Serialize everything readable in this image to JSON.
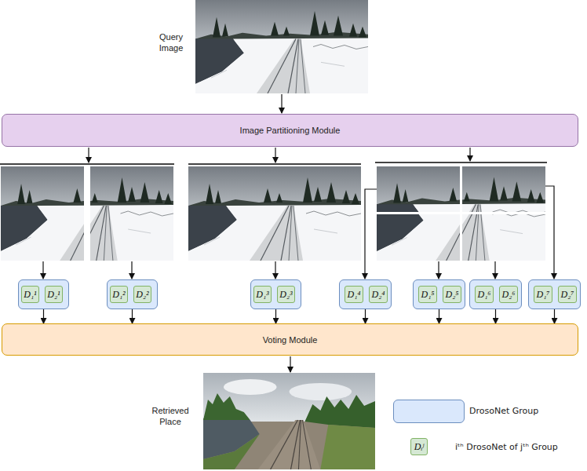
{
  "diagram": {
    "nodes": [
      {
        "text": [
          "Image Partitioning Module"
        ]
      },
      {
        "text": []
      },
      {
        "text": [
          "D₁¹"
        ],
        "in": 1
      },
      {
        "text": [
          "D₂¹"
        ],
        "in": 1
      },
      {
        "text": []
      },
      {
        "text": [
          "D₁²"
        ],
        "in": 4
      },
      {
        "text": [
          "D₂²"
        ],
        "in": 4
      },
      {
        "text": []
      },
      {
        "text": [
          "D₁³"
        ],
        "in": 7
      },
      {
        "text": [
          "D₂³"
        ],
        "in": 7
      },
      {
        "text": []
      },
      {
        "text": [
          "D₁⁴"
        ],
        "in": 10
      },
      {
        "text": [
          "D₂⁴"
        ],
        "in": 10
      },
      {
        "text": []
      },
      {
        "text": [
          "D₁⁵"
        ],
        "in": 13
      },
      {
        "text": [
          "D₂⁵"
        ],
        "in": 13
      },
      {
        "text": []
      },
      {
        "text": [
          "D₁⁶"
        ],
        "in": 16
      },
      {
        "text": [
          "D₂⁶"
        ],
        "in": 16
      },
      {
        "text": []
      },
      {
        "text": [
          "D₁⁷"
        ],
        "in": 19
      },
      {
        "text": [
          "D₂⁷"
        ],
        "in": 19
      },
      {
        "text": [
          "Voting Module"
        ]
      }
    ],
    "edges": [
      {
        "from": 1,
        "to": 22,
        "arrow": "to"
      },
      {
        "from": 4,
        "to": 22,
        "arrow": "to"
      },
      {
        "from": 7,
        "to": 22,
        "arrow": "to"
      },
      {
        "from": 10,
        "to": 22,
        "arrow": "to"
      },
      {
        "from": 13,
        "to": 22,
        "arrow": "to"
      },
      {
        "from": 16,
        "to": 22,
        "arrow": "to"
      },
      {
        "from": 19,
        "to": 22,
        "arrow": "to"
      }
    ],
    "labels": [
      "Query Image",
      "Retrieved Place",
      "Dᵢʲ"
    ],
    "legend": [
      {
        "text": "DrosoNet Group",
        "color": "#dae8fc"
      },
      {
        "text": "iᵗʰ DrosoNet of jᵗʰ Group"
      }
    ]
  }
}
